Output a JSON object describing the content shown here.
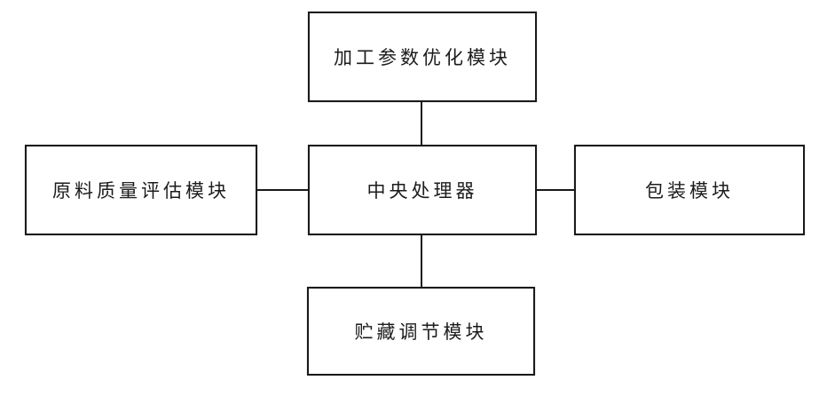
{
  "diagram": {
    "type": "block-diagram",
    "background_color": "#ffffff",
    "line_color": "#1a1a1a",
    "text_color": "#1c1c1c",
    "nodes": [
      {
        "id": "processing-parameter-optimization-module",
        "label": "加工参数优化模块",
        "position": "top"
      },
      {
        "id": "raw-material-quality-evaluation-module",
        "label": "原料质量评估模块",
        "position": "left"
      },
      {
        "id": "central-processor",
        "label": "中央处理器",
        "position": "center"
      },
      {
        "id": "packaging-module",
        "label": "包装模块",
        "position": "right"
      },
      {
        "id": "storage-regulation-module",
        "label": "贮藏调节模块",
        "position": "bottom"
      }
    ],
    "connections": [
      {
        "from": "加工参数优化模块",
        "to": "中央处理器"
      },
      {
        "from": "原料质量评估模块",
        "to": "中央处理器"
      },
      {
        "from": "中央处理器",
        "to": "包装模块"
      },
      {
        "from": "中央处理器",
        "to": "贮藏调节模块"
      }
    ]
  }
}
